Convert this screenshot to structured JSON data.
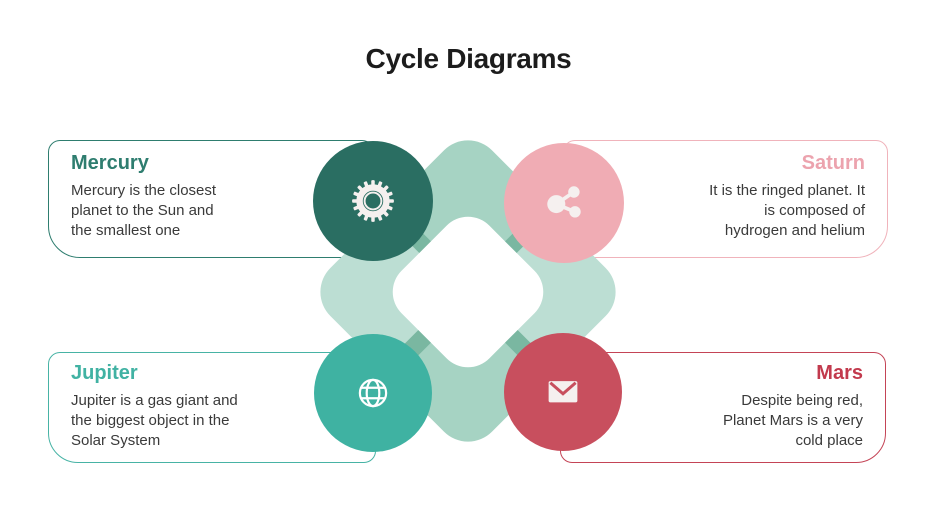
{
  "title": "Cycle Diagrams",
  "theme": {
    "title-text": "#1C1C1C",
    "body-text": "#3A3A3A",
    "mercury-accent": "#2E7D6F",
    "mercury-border": "#2E7D6F",
    "mercury-circle": "#2A6E62",
    "saturn-accent": "#ECA3AE",
    "saturn-border": "#F0B3BB",
    "saturn-circle": "#F0ACB4",
    "jupiter-accent": "#41B2A3",
    "jupiter-border": "#47B3A5",
    "jupiter-circle": "#3FB2A2",
    "mars-accent": "#C23A4D",
    "mars-border": "#C44456",
    "mars-circle": "#C84F5E",
    "petal-primary": "#A6D3C3",
    "petal-secondary": "#BCDED3",
    "icon-white": "#F5F0EF"
  },
  "cards": {
    "mercury": {
      "title": "Mercury",
      "desc_lines": [
        "Mercury is the closest",
        "planet to the Sun and",
        "the smallest one"
      ],
      "icon": "gear-icon"
    },
    "saturn": {
      "title": "Saturn",
      "desc_lines": [
        "It is the ringed planet. It",
        "is composed of",
        "hydrogen and helium"
      ],
      "icon": "share-icon"
    },
    "jupiter": {
      "title": "Jupiter",
      "desc_lines": [
        "Jupiter is a gas giant and",
        "the biggest object in the",
        "Solar System"
      ],
      "icon": "globe-icon"
    },
    "mars": {
      "title": "Mars",
      "desc_lines": [
        "Despite being red,",
        "Planet Mars is a very",
        "cold place"
      ],
      "icon": "envelope-icon"
    }
  }
}
